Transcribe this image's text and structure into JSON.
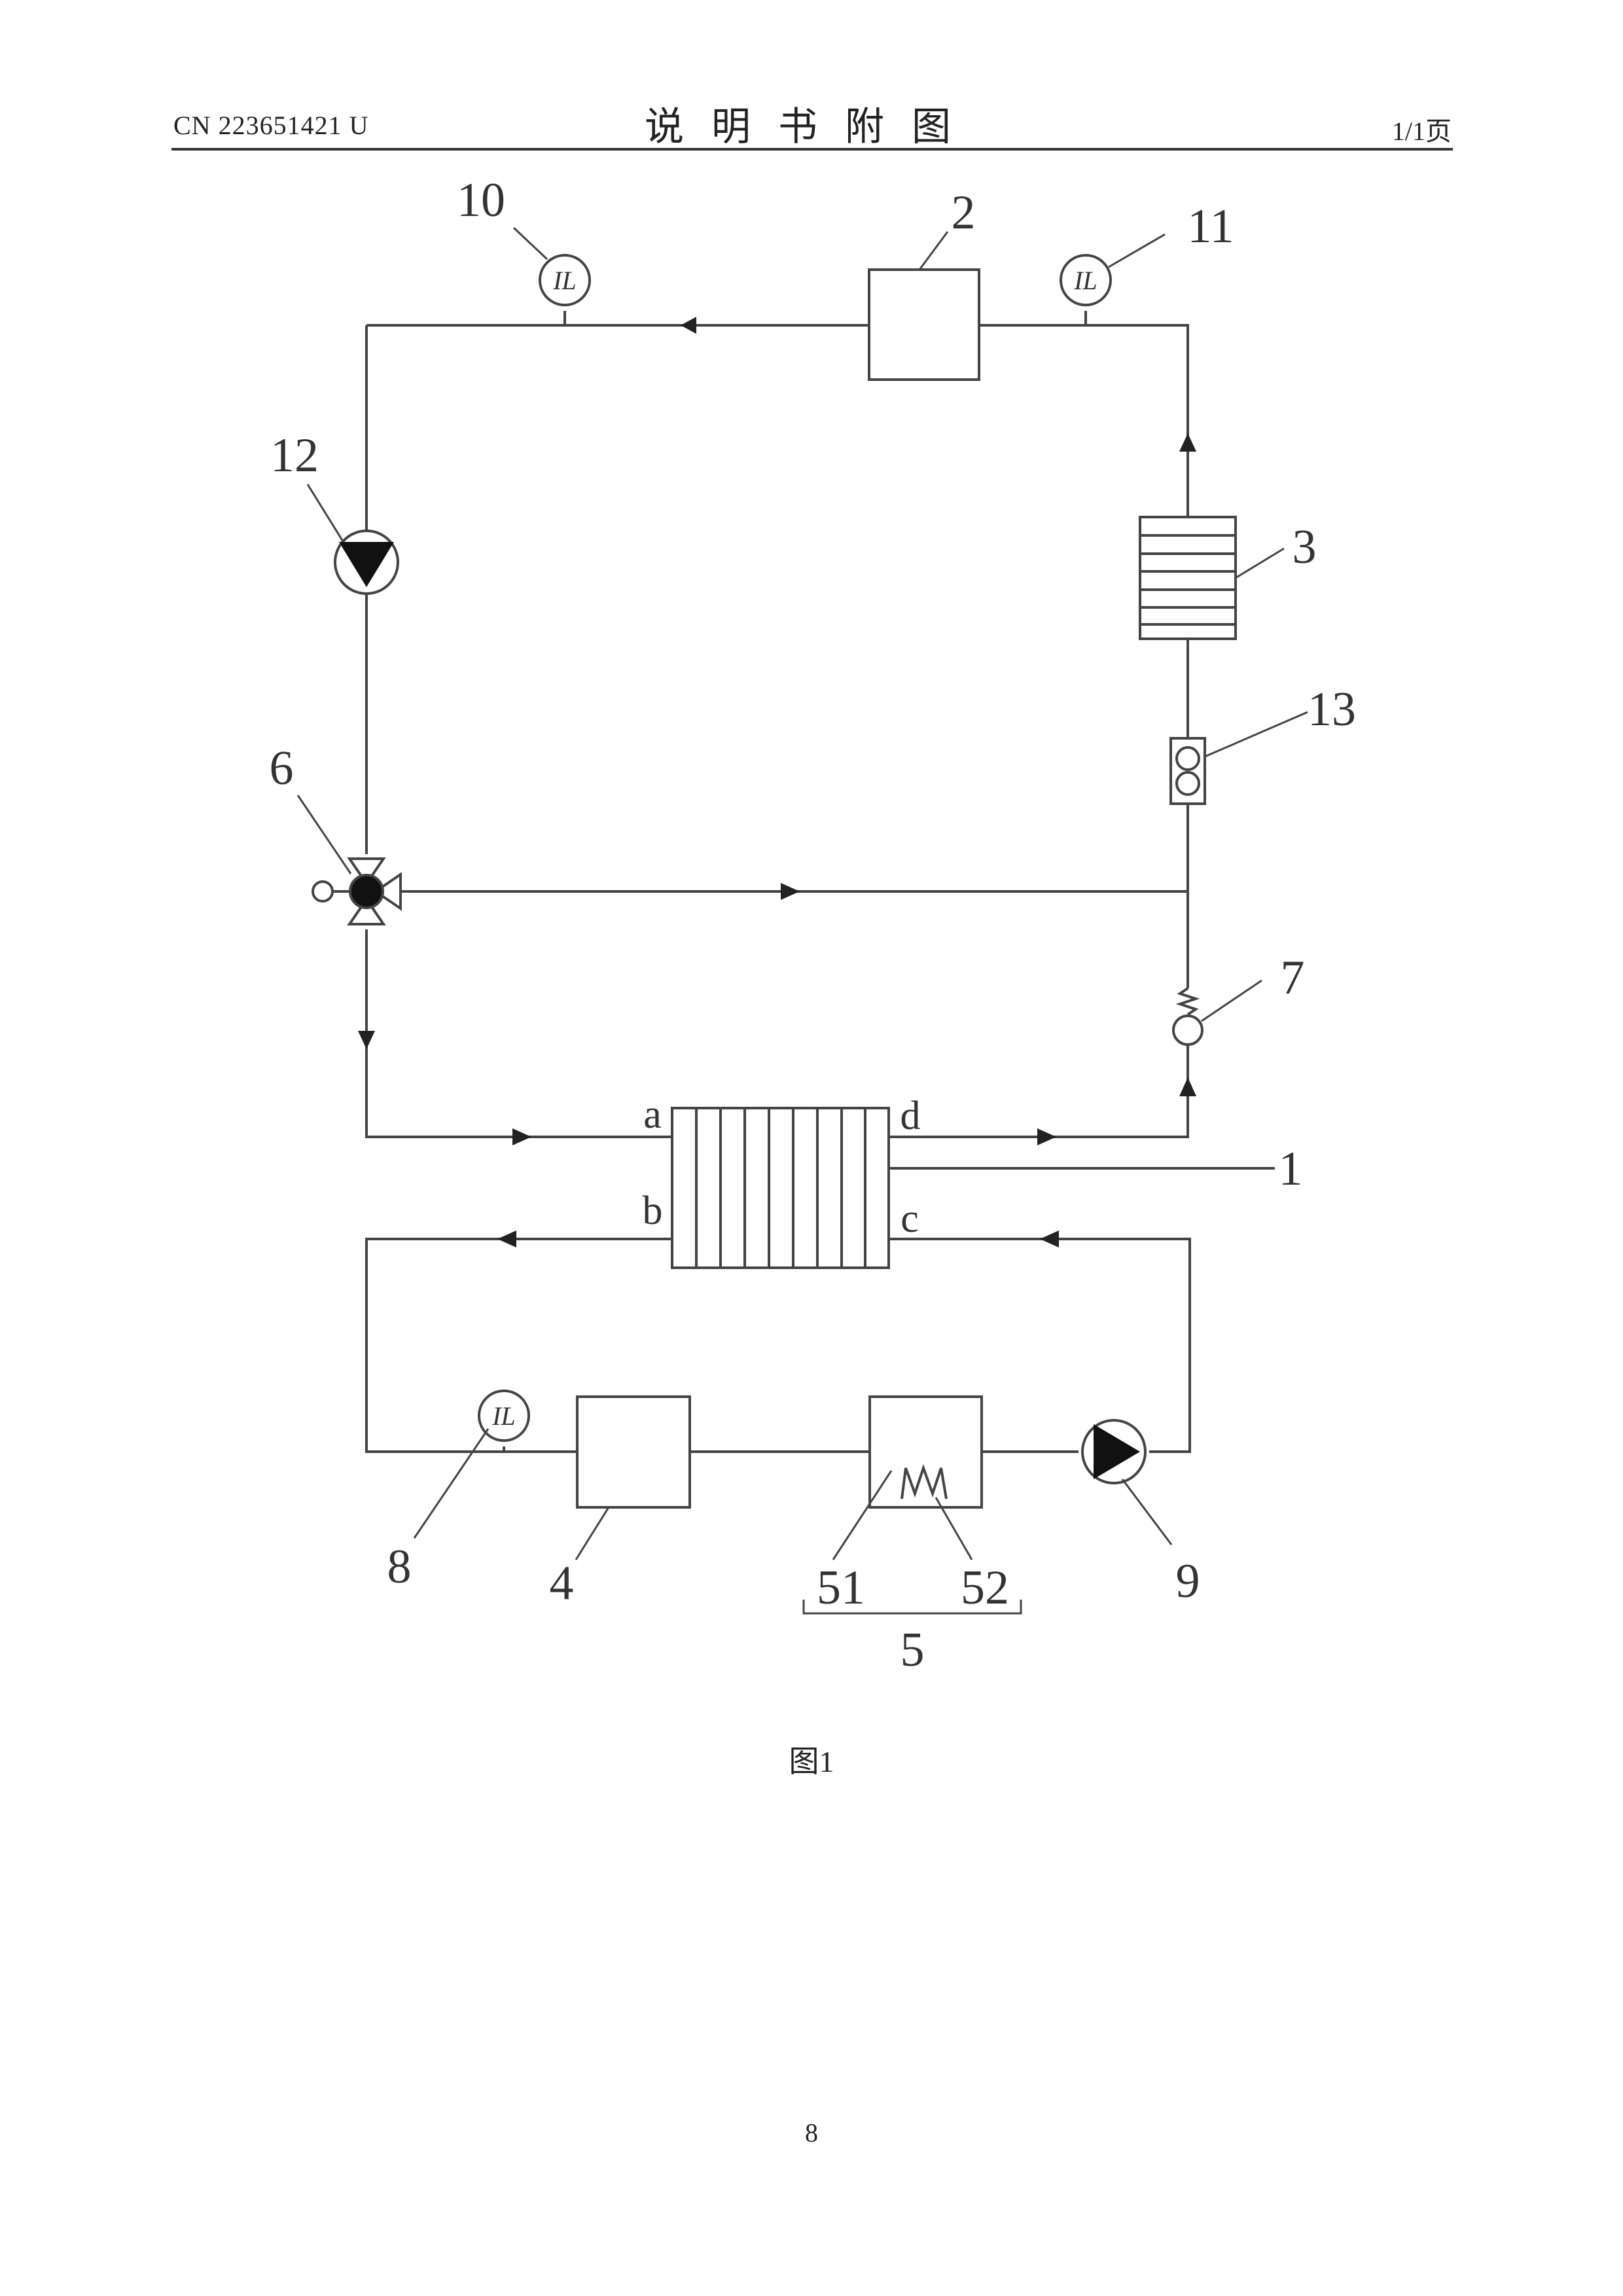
{
  "header": {
    "doc_number": "CN 223651421 U",
    "title": "说明书附图",
    "page_info": "1/1页"
  },
  "figure": {
    "labels": {
      "n1": "1",
      "n2": "2",
      "n3": "3",
      "n4": "4",
      "n5": "5",
      "n6": "6",
      "n7": "7",
      "n8": "8",
      "n9": "9",
      "n10": "10",
      "n11": "11",
      "n12": "12",
      "n13": "13",
      "n51": "51",
      "n52": "52"
    },
    "ports": {
      "a": "a",
      "b": "b",
      "c": "c",
      "d": "d"
    },
    "gauge_text": "IL",
    "caption": "图1"
  },
  "footer": {
    "page_number": "8"
  }
}
